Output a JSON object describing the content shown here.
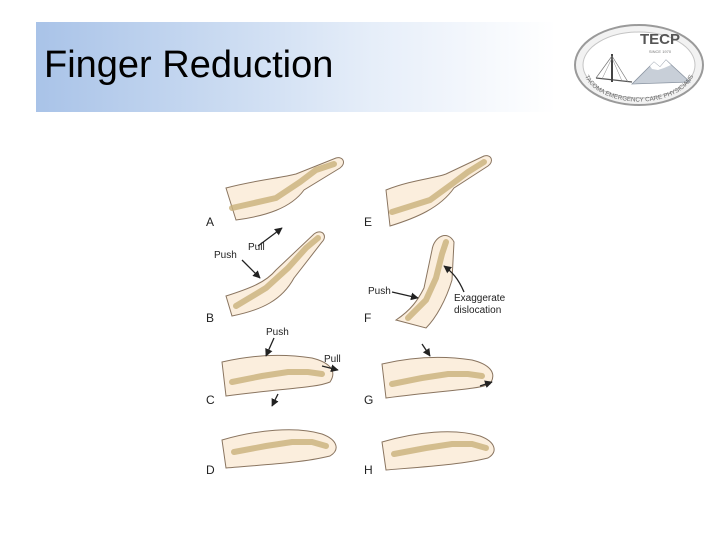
{
  "slide": {
    "title": "Finger Reduction"
  },
  "logo": {
    "name": "TECP",
    "since": "SINCE 1970",
    "ring_text": "TACOMA EMERGENCY CARE PHYSICIANS"
  },
  "figure": {
    "panels": [
      "A",
      "B",
      "C",
      "D",
      "E",
      "F",
      "G",
      "H"
    ],
    "labels": {
      "push_b": "Push",
      "pull_b": "Pull",
      "push_c": "Push",
      "pull_c": "Pull",
      "push_f": "Push",
      "exaggerate_1": "Exaggerate",
      "exaggerate_2": "dislocation"
    }
  },
  "colors": {
    "title_gradient_start": "#a9c3e8",
    "skin": "#fbeedd",
    "bone": "#f6e3a8",
    "outline": "#8a7560"
  }
}
